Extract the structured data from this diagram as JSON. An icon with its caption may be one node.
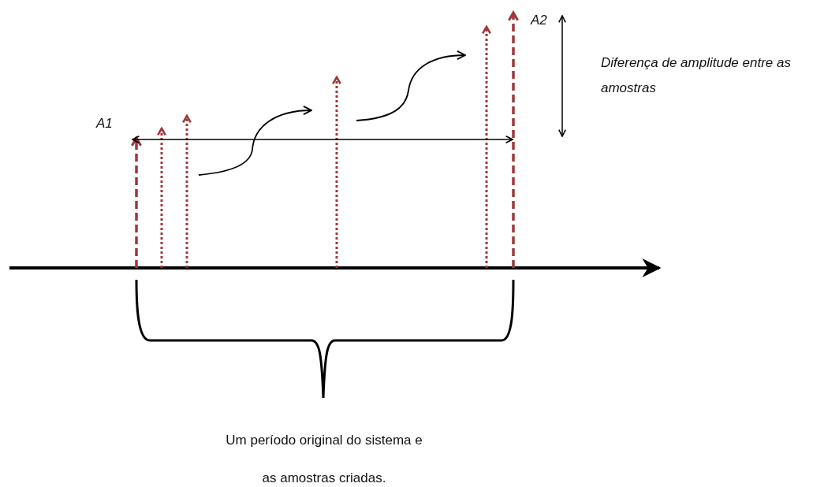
{
  "diagram": {
    "caption": "Um período original do sistema e as amostras criadas.",
    "labels": [
      "A1",
      "A2",
      "Diferença de amplitude entre as amostras"
    ]
  }
}
